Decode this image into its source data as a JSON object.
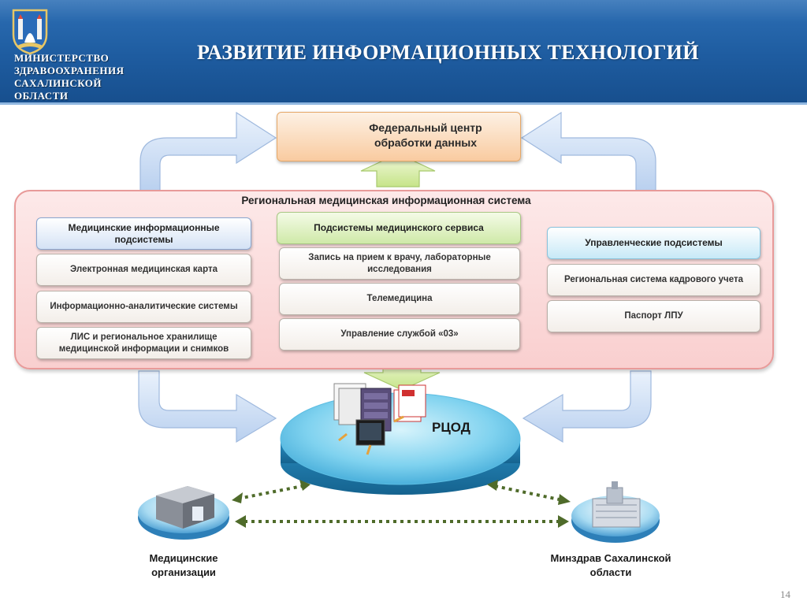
{
  "header": {
    "ministry_lines": [
      "МИНИСТЕРСТВО",
      "ЗДРАВООХРАНЕНИЯ",
      "САХАЛИНСКОЙ",
      "ОБЛАСТИ"
    ],
    "title": "РАЗВИТИЕ ИНФОРМАЦИОННЫХ ТЕХНОЛОГИЙ",
    "logo_icon": "coat-of-arms-icon",
    "colors": {
      "header_bg": "#1e5ca0",
      "title_text": "#ffffff"
    }
  },
  "diagram": {
    "federal_center": {
      "label": "Федеральный центр обработки данных",
      "icon": "server-rack-icon"
    },
    "region": {
      "title": "Региональная медицинская информационная система",
      "columns": [
        {
          "header": "Медицинские информационные подсистемы",
          "items": [
            "Электронная медицинская карта",
            "Информационно-аналитические системы",
            "ЛИС и региональное хранилище медицинской информации и снимков"
          ]
        },
        {
          "header": "Подсистемы медицинского сервиса",
          "items": [
            "Запись на прием к врачу, лабораторные исследования",
            "Телемедицина",
            "Управление службой «03»"
          ]
        },
        {
          "header": "Управленческие подсистемы",
          "items": [
            "Региональная система кадрового учета",
            "Паспорт ЛПУ"
          ]
        }
      ]
    },
    "rcod": {
      "label": "РЦОД",
      "icon": "data-center-icon"
    },
    "medical_orgs": {
      "label": "Медицинские организации",
      "icon": "building-icon"
    },
    "ministry_node": {
      "label": "Минздрав Сахалинской области",
      "icon": "government-building-icon"
    },
    "colors": {
      "region_bg": "#fbdcdc",
      "federal_bg": "#f9cba0",
      "arrow_blue": "#c9dcf3",
      "arrow_green": "#d4ec9c"
    }
  },
  "footer": {
    "page_number": "14"
  }
}
